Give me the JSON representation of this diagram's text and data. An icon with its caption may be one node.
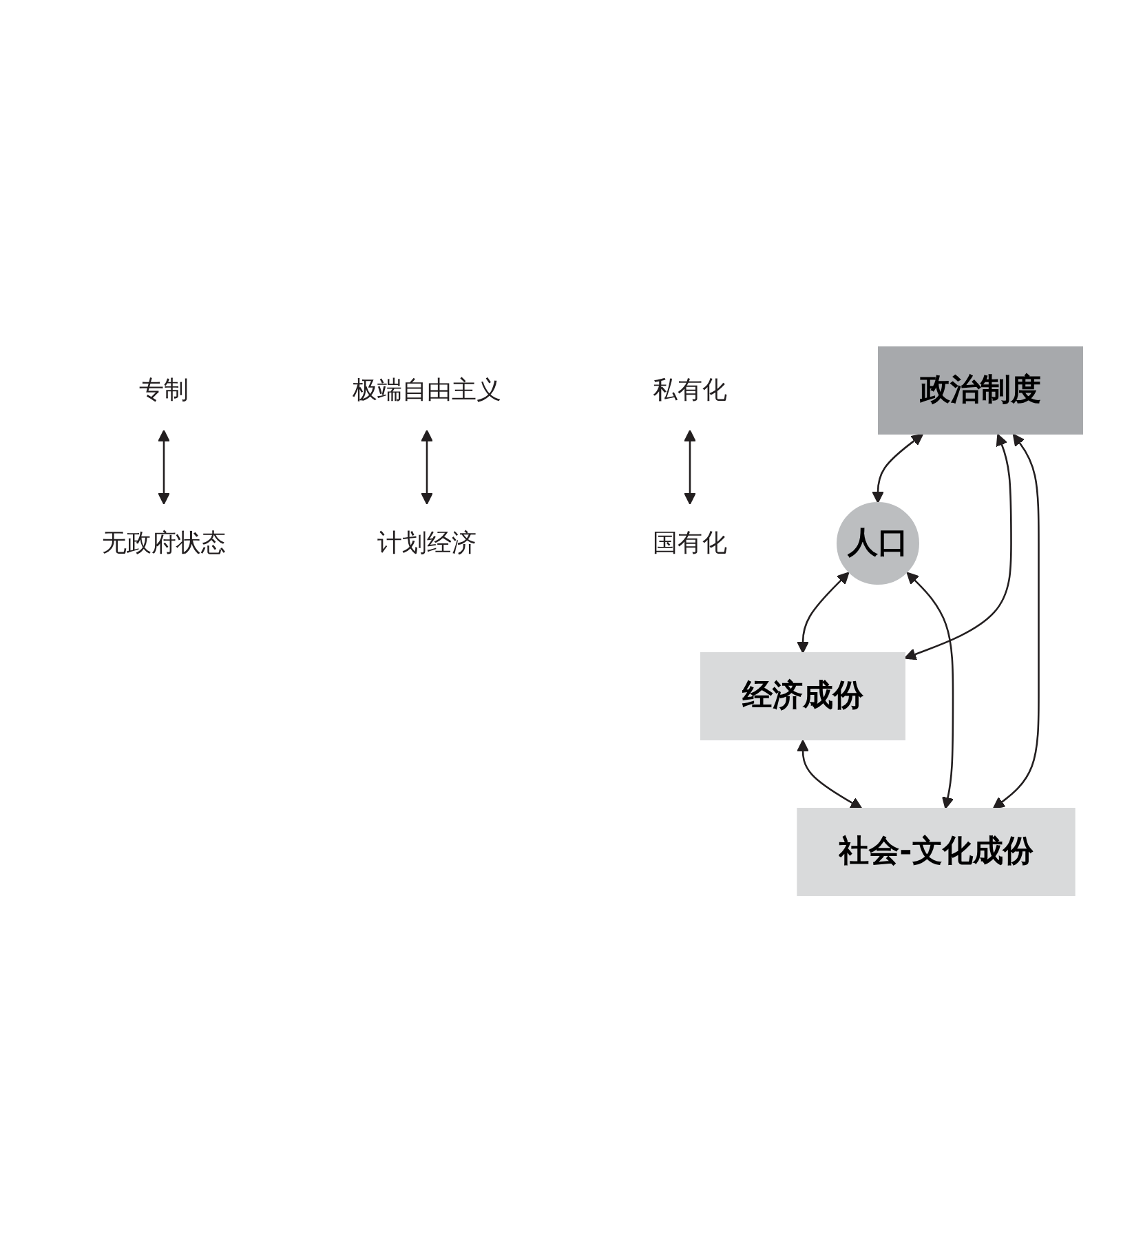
{
  "diagram": {
    "nodes": [
      {
        "text": [
          "专制"
        ]
      },
      {
        "text": [
          "无政府状态"
        ]
      },
      {
        "text": [
          "政治制度"
        ]
      },
      {
        "text": [
          "人口"
        ]
      },
      {
        "text": [
          "经济成份"
        ]
      },
      {
        "text": [
          "社会-文化成份"
        ]
      },
      {
        "text": [
          "极端自由主义"
        ]
      },
      {
        "text": [
          "计划经济"
        ]
      },
      {
        "text": [
          "私有化"
        ]
      },
      {
        "text": [
          "国有化"
        ]
      }
    ],
    "edges": [
      {
        "from": 0,
        "to": 1,
        "arrow": "both"
      },
      {
        "from": 2,
        "to": 3,
        "arrow": "both"
      },
      {
        "from": 2,
        "to": 4,
        "arrow": "both"
      },
      {
        "from": 2,
        "to": 5,
        "arrow": "both"
      },
      {
        "from": 3,
        "to": 4,
        "arrow": "both"
      },
      {
        "from": 3,
        "to": 5,
        "arrow": "both"
      },
      {
        "from": 4,
        "to": 5,
        "arrow": "both"
      },
      {
        "from": 6,
        "to": 7,
        "arrow": "both"
      },
      {
        "from": 8,
        "to": 9,
        "arrow": "both"
      }
    ]
  }
}
